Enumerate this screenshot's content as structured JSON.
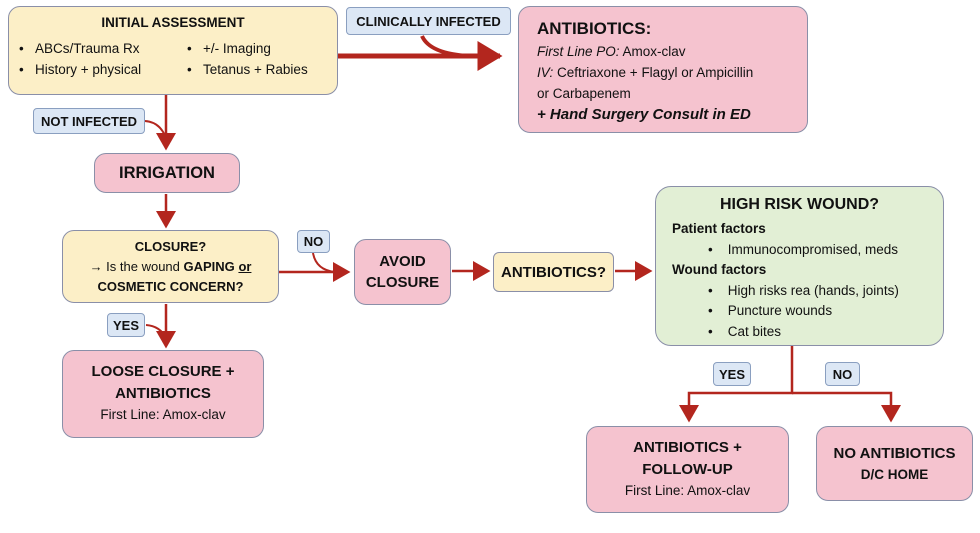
{
  "initial": {
    "title": "INITIAL ASSESSMENT",
    "items_left": [
      "ABCs/Trauma Rx",
      "History + physical"
    ],
    "items_right": [
      "+/- Imaging",
      "Tetanus + Rabies"
    ]
  },
  "tags": {
    "clinically_infected": "CLINICALLY INFECTED",
    "not_infected": "NOT INFECTED",
    "no_closure": "NO",
    "yes_closure": "YES",
    "yes_risk": "YES",
    "no_risk": "NO"
  },
  "antibiotics_main": {
    "title": "ANTIBIOTICS:",
    "first_line_label": "First Line PO:",
    "first_line_value": " Amox-clav",
    "iv_label": "IV:",
    "iv_value": " Ceftriaxone + Flagyl or Ampicillin",
    "iv_value2": "or Carbapenem",
    "consult": "+ Hand Surgery Consult in ED"
  },
  "irrigation": {
    "label": "IRRIGATION"
  },
  "closure": {
    "title": "CLOSURE?",
    "line2_prefix": "→ Is the wound ",
    "line2_bold": "GAPING",
    "line2_or": "or",
    "line3": "COSMETIC CONCERN?"
  },
  "avoid_closure": {
    "line1": "AVOID",
    "line2": "CLOSURE"
  },
  "antibiotics_q": {
    "label": "ANTIBIOTICS?"
  },
  "high_risk": {
    "title": "HIGH RISK WOUND?",
    "patient_header": "Patient factors",
    "patient_items": [
      "Immunocompromised, meds"
    ],
    "wound_header": "Wound factors",
    "wound_items": [
      "High risks rea (hands, joints)",
      "Puncture wounds",
      "Cat bites"
    ]
  },
  "loose_closure": {
    "line1": "LOOSE CLOSURE +",
    "line2": "ANTIBIOTICS",
    "line3": "First Line: Amox-clav"
  },
  "abx_followup": {
    "line1": "ANTIBIOTICS +",
    "line2": "FOLLOW-UP",
    "line3": "First Line: Amox-clav"
  },
  "no_abx": {
    "line1": "NO ANTIBIOTICS",
    "line2": "D/C HOME"
  },
  "colors": {
    "arrow": "#b3261e",
    "yellow_box": "#fcefc7",
    "pink_box": "#f5c3cf",
    "green_box": "#e2efd5",
    "tag": "#dce7f5"
  },
  "bullet": "•"
}
